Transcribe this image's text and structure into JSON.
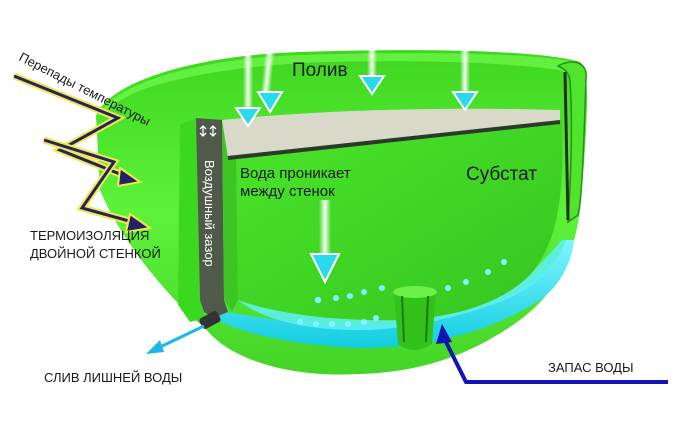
{
  "labels": {
    "watering": "Полив",
    "substrate": "Субстат",
    "water_penetrates": [
      "Вода проникает",
      "между стенок"
    ],
    "temperature_changes": "Перепады температуры",
    "insulation": [
      "ТЕРМОИЗОЛЯЦИЯ",
      "ДВОЙНОЙ СТЕНКОЙ"
    ],
    "air_gap": "Воздушный зазор",
    "excess_drain": "СЛИВ ЛИШНЕЙ ВОДЫ",
    "water_reserve": "ЗАПАС ВОДЫ"
  },
  "colors": {
    "pot_green": "#5df23a",
    "pot_dark_green": "#2eb81c",
    "water_cyan": "#19e6f2",
    "soil_top": "#d9d9c9",
    "air_gap_gray": "#4f5a4a",
    "reserve_arrow": "#1414b4",
    "drain_arrow": "#19b8e6",
    "heat_arrow_fill": "#222266",
    "heat_arrow_glow": "#f2e84a"
  }
}
